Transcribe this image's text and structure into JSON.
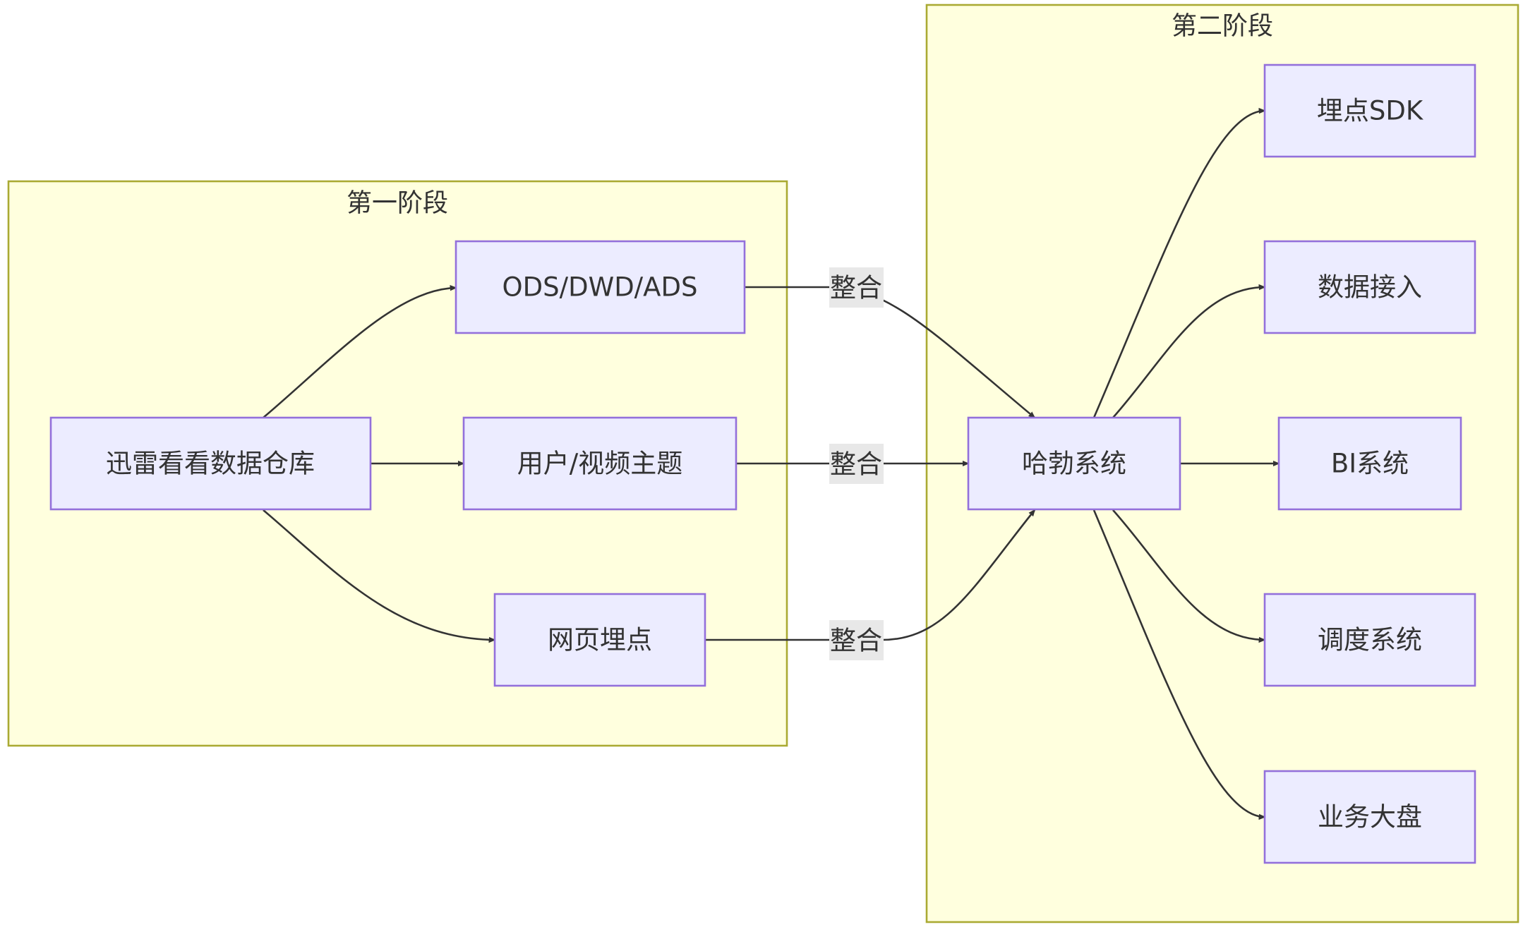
{
  "clusters": {
    "stage1": {
      "title": "第一阶段"
    },
    "stage2": {
      "title": "第二阶段"
    }
  },
  "nodes": {
    "warehouse": "迅雷看看数据仓库",
    "ods": "ODS/DWD/ADS",
    "user_video": "用户/视频主题",
    "web_tracking": "网页埋点",
    "hubble": "哈勃系统",
    "sdk": "埋点SDK",
    "data_ingest": "数据接入",
    "bi": "BI系统",
    "scheduler": "调度系统",
    "dashboard": "业务大盘"
  },
  "edge_labels": {
    "ods_to_hubble": "整合",
    "user_video_to_hubble": "整合",
    "web_tracking_to_hubble": "整合"
  },
  "colors": {
    "cluster_fill": "#ffffde",
    "cluster_stroke": "#aaaa33",
    "node_fill": "#ececff",
    "node_stroke": "#9370db",
    "edge": "#333333",
    "edge_label_bg": "#e8e8e8"
  }
}
